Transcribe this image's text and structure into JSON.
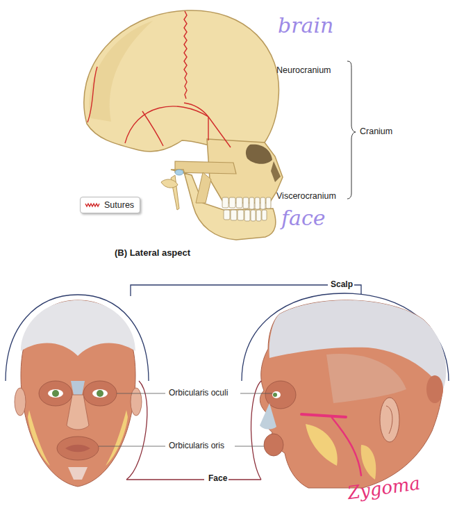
{
  "diagram": {
    "caption": "(B) Lateral aspect",
    "labels": [
      "brain",
      "Neurocranium",
      "Cranium",
      "Viscerocranium",
      "face",
      "Scalp",
      "Orbicularis oculi",
      "Orbicularis oris",
      "Face",
      "Zygoma"
    ],
    "legend": [
      {
        "text": "Sutures"
      }
    ]
  }
}
